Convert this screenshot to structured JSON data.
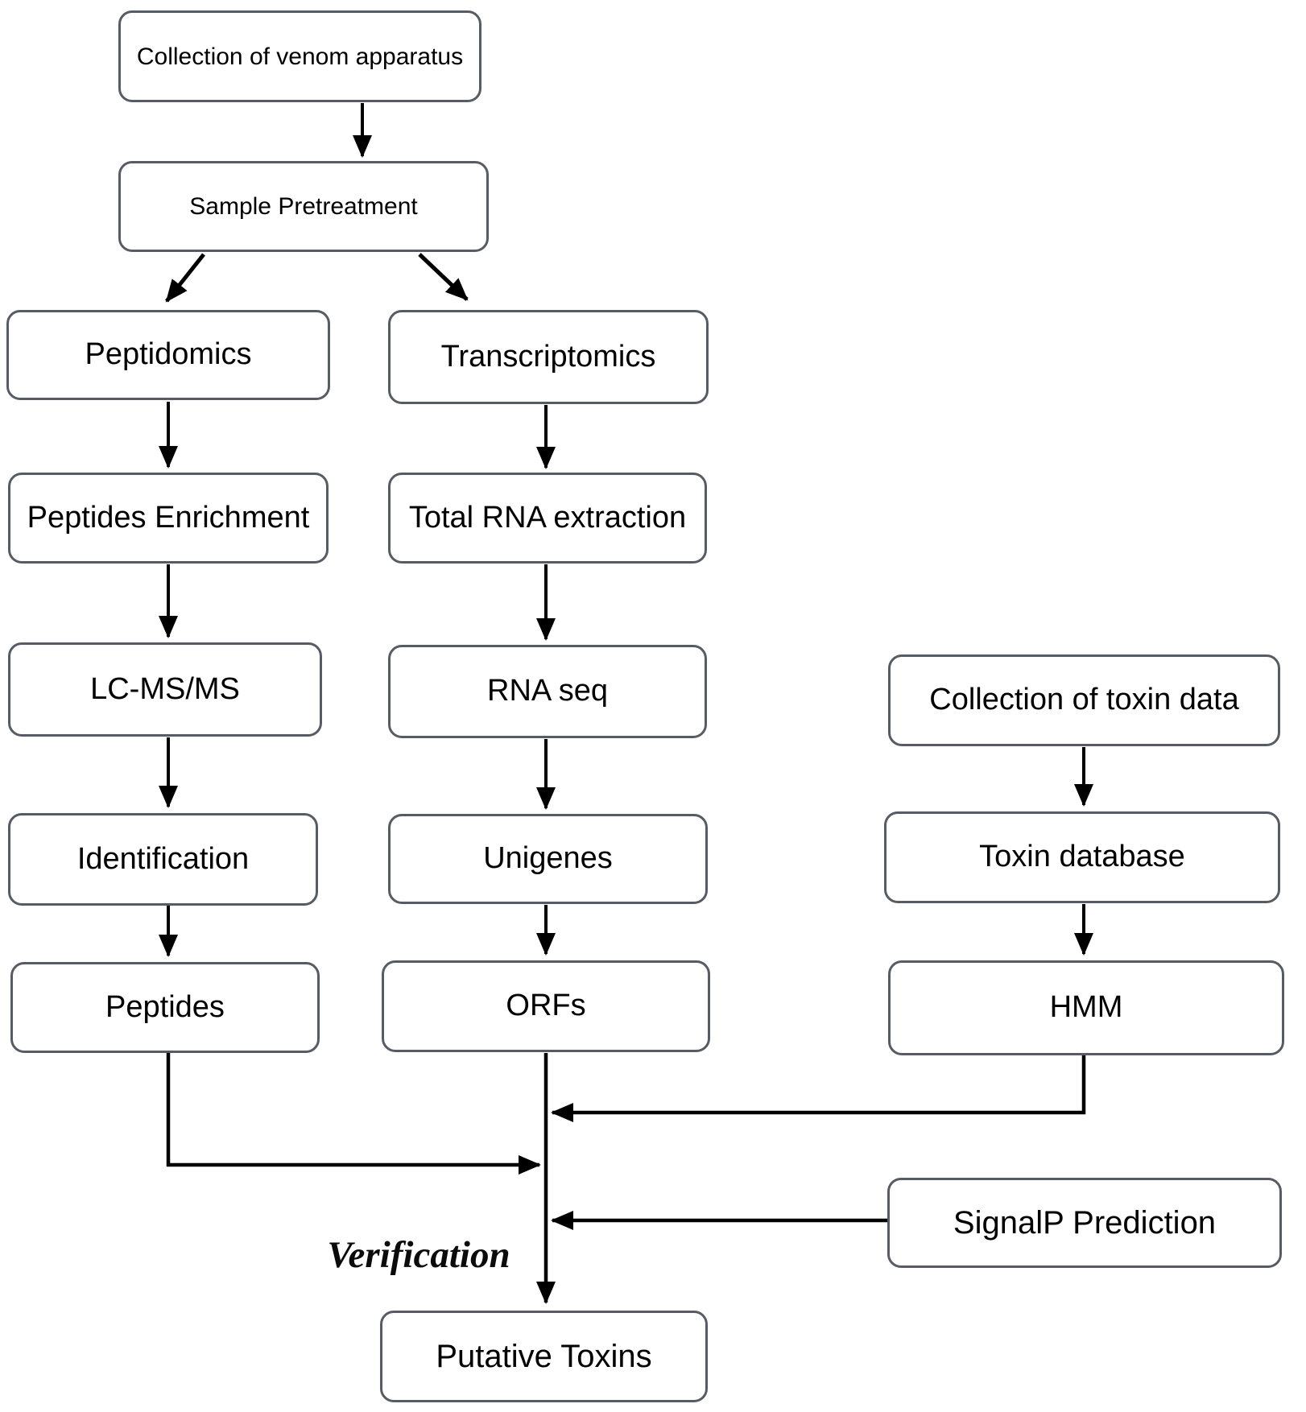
{
  "diagram": {
    "title_semantic": "Venom toxin discovery workflow flowchart",
    "nodes": {
      "collection_venom": {
        "label": "Collection of venom apparatus"
      },
      "sample_pretreatment": {
        "label": "Sample Pretreatment"
      },
      "peptidomics": {
        "label": "Peptidomics"
      },
      "transcriptomics": {
        "label": "Transcriptomics"
      },
      "peptides_enrichment": {
        "label": "Peptides Enrichment"
      },
      "total_rna_extraction": {
        "label": "Total RNA extraction"
      },
      "lc_ms_ms": {
        "label": "LC-MS/MS"
      },
      "rna_seq": {
        "label": "RNA seq"
      },
      "collection_toxin": {
        "label": "Collection of toxin data"
      },
      "identification": {
        "label": "Identification"
      },
      "unigenes": {
        "label": "Unigenes"
      },
      "toxin_database": {
        "label": "Toxin database"
      },
      "peptides": {
        "label": "Peptides"
      },
      "orfs": {
        "label": "ORFs"
      },
      "hmm": {
        "label": "HMM"
      },
      "signalp": {
        "label": "SignalP Prediction"
      },
      "putative_toxins": {
        "label": "Putative Toxins"
      }
    },
    "annotations": {
      "verification": "Verification"
    },
    "edges": [
      {
        "from": "collection_venom",
        "to": "sample_pretreatment"
      },
      {
        "from": "sample_pretreatment",
        "to": "peptidomics"
      },
      {
        "from": "sample_pretreatment",
        "to": "transcriptomics"
      },
      {
        "from": "peptidomics",
        "to": "peptides_enrichment"
      },
      {
        "from": "transcriptomics",
        "to": "total_rna_extraction"
      },
      {
        "from": "peptides_enrichment",
        "to": "lc_ms_ms"
      },
      {
        "from": "total_rna_extraction",
        "to": "rna_seq"
      },
      {
        "from": "lc_ms_ms",
        "to": "identification"
      },
      {
        "from": "rna_seq",
        "to": "unigenes"
      },
      {
        "from": "collection_toxin",
        "to": "toxin_database"
      },
      {
        "from": "identification",
        "to": "peptides"
      },
      {
        "from": "unigenes",
        "to": "orfs"
      },
      {
        "from": "toxin_database",
        "to": "hmm"
      },
      {
        "from": "peptides",
        "to": "putative_toxins"
      },
      {
        "from": "orfs",
        "to": "putative_toxins",
        "label": "Verification"
      },
      {
        "from": "hmm",
        "to": "putative_toxins"
      },
      {
        "from": "signalp",
        "to": "putative_toxins"
      }
    ],
    "colors": {
      "box_border": "#575c64",
      "box_fill": "#ffffff",
      "arrow": "#000000",
      "text": "#000000"
    }
  }
}
